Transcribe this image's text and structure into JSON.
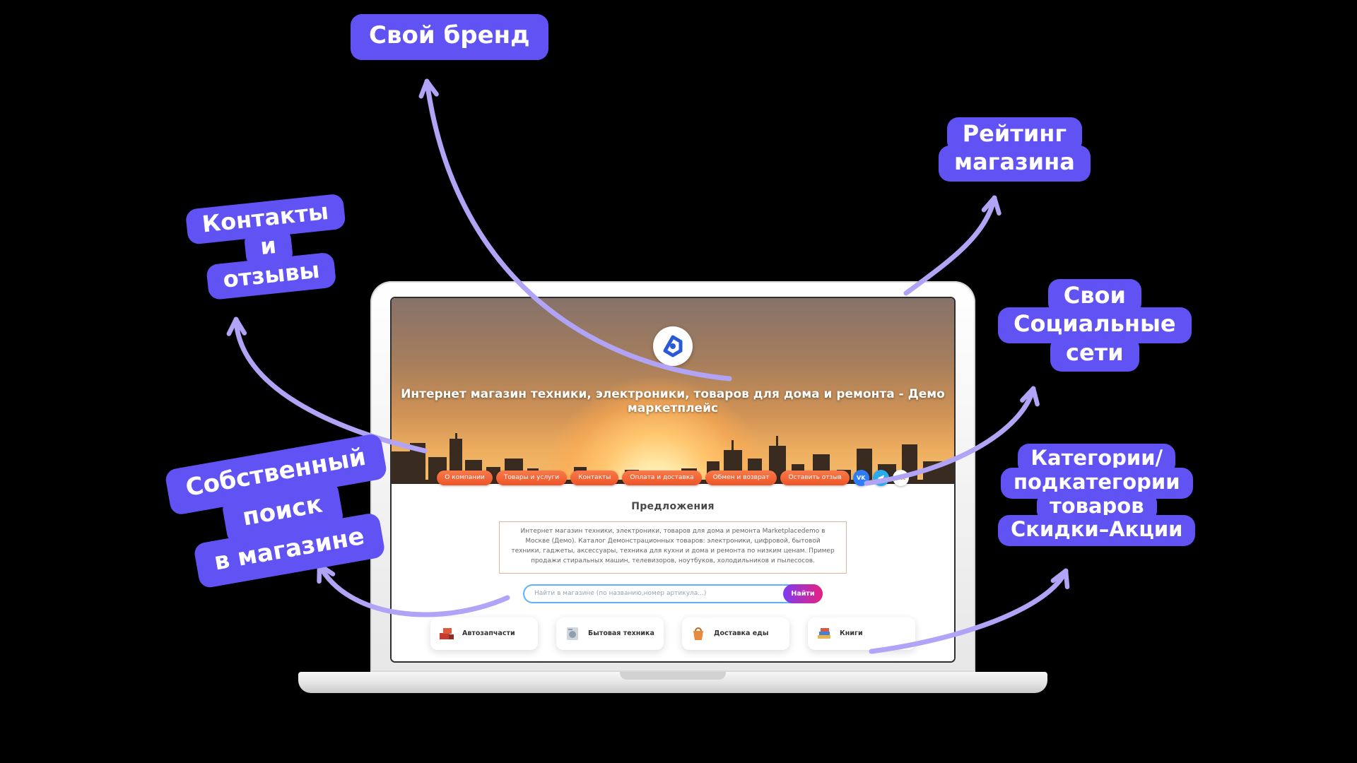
{
  "palette": {
    "background": "#000000",
    "bubble": "#6152f3",
    "arrow": "#b1a4f7",
    "nav_pill": "#ee5326",
    "search_button_gradient": [
      "#7d3cf0",
      "#e8217f"
    ]
  },
  "callouts": {
    "own_brand": {
      "lines": [
        "Свой бренд"
      ]
    },
    "store_rating": {
      "lines": [
        "Рейтинг",
        "магазина"
      ]
    },
    "contacts_reviews": {
      "lines": [
        "Контакты",
        "и",
        "отзывы"
      ]
    },
    "social_networks": {
      "lines": [
        "Свои",
        "Социальные",
        "сети"
      ]
    },
    "own_search": {
      "lines": [
        "Собственный",
        "поиск",
        "в магазине"
      ]
    },
    "categories": {
      "lines": [
        "Категории/",
        "подкатегории",
        "товаров",
        "Скидки–Акции"
      ]
    }
  },
  "site": {
    "title": "Интернет магазин техники, электроники, товаров для дома и ремонта - Демо маркетплейс",
    "nav": [
      {
        "label": "О компании"
      },
      {
        "label": "Товары и услуги"
      },
      {
        "label": "Контакты"
      },
      {
        "label": "Оплата и доставка"
      },
      {
        "label": "Обмен и возврат"
      },
      {
        "label": "Оставить отзыв"
      }
    ],
    "social": [
      {
        "name": "vk",
        "label": "VK"
      },
      {
        "name": "telegram",
        "label": ""
      },
      {
        "name": "ok",
        "label": "OK"
      }
    ],
    "offers_heading": "Предложения",
    "description": "Интернет магазин техники, электроники, товаров для дома и ремонта Marketplacedemo в Москве (Демо). Каталог Демонстрационных товаров: электроники, цифровой, бытовой техники, гаджеты, аксессуары, техника для кухни и дома и ремонта по низким ценам. Пример продажи стиральных машин, телевизоров, ноутбуков, холодильников и пылесосов.",
    "search": {
      "placeholder": "Найти в магазине (по названию,номер артикула...)",
      "button_label": "Найти"
    },
    "categories": [
      {
        "label": "Автозапчасти"
      },
      {
        "label": "Бытовая техника"
      },
      {
        "label": "Доставка еды"
      },
      {
        "label": "Книги"
      }
    ]
  }
}
